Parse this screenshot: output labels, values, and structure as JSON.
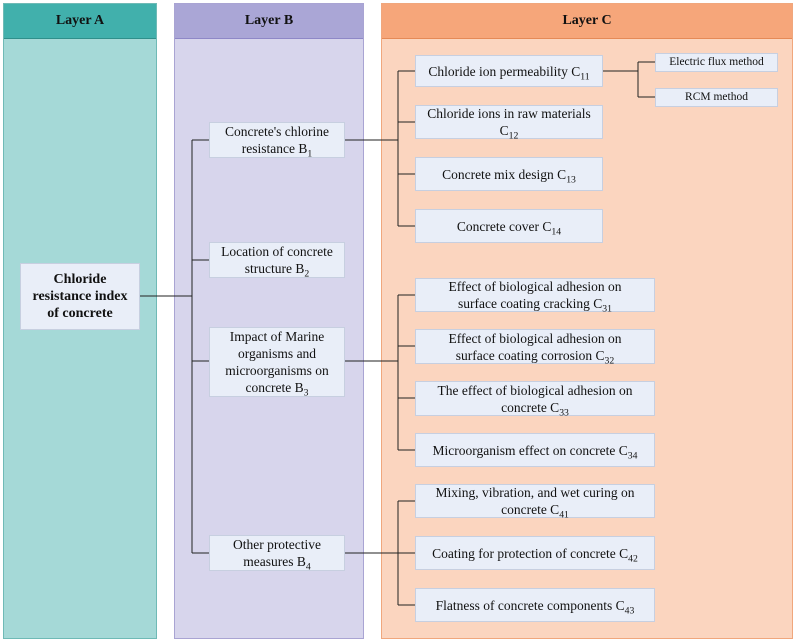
{
  "layers": {
    "a_title": "Layer A",
    "b_title": "Layer B",
    "c_title": "Layer C"
  },
  "layer_a": {
    "node": {
      "line1": "Chloride",
      "line2": "resistance index",
      "line3": "of concrete"
    }
  },
  "layer_b": [
    {
      "id": "B1",
      "line1": "Concrete's chlorine",
      "line2": "resistance B",
      "sub": "1"
    },
    {
      "id": "B2",
      "line1": "Location of concrete",
      "line2": "structure B",
      "sub": "2"
    },
    {
      "id": "B3",
      "line1": "Impact of Marine",
      "line2": "organisms  and",
      "line3": "microorganisms on",
      "line4": "concrete B",
      "sub": "3"
    },
    {
      "id": "B4",
      "line1": "Other protective",
      "line2": "measures B",
      "sub": "4"
    }
  ],
  "layer_c": [
    {
      "id": "C11",
      "line1": "Chloride ion permeability C",
      "sub": "11"
    },
    {
      "id": "C12",
      "line1": "Chloride ions in raw materials",
      "line2": "C",
      "sub": "12"
    },
    {
      "id": "C13",
      "line1": "Concrete mix design C",
      "sub": "13"
    },
    {
      "id": "C14",
      "line1": "Concrete cover C",
      "sub": "14"
    },
    {
      "id": "C31",
      "line1": "Effect of biological adhesion on",
      "line2": "surface coating cracking C",
      "sub": "31"
    },
    {
      "id": "C32",
      "line1": "Effect of biological adhesion on",
      "line2": "surface coating corrosion  C",
      "sub": "32"
    },
    {
      "id": "C33",
      "line1": "The effect of biological adhesion on",
      "line2": "concrete C",
      "sub": "33"
    },
    {
      "id": "C34",
      "line1": "Microorganism effect on concrete C",
      "sub": "34"
    },
    {
      "id": "C41",
      "line1": "Mixing, vibration, and wet curing on",
      "line2": "concrete C",
      "sub": "41"
    },
    {
      "id": "C42",
      "line1": "Coating for protection of concrete  C",
      "sub": "42"
    },
    {
      "id": "C43",
      "line1": "Flatness of concrete components C",
      "sub": "43"
    }
  ],
  "layer_d": [
    {
      "label": "Electric flux method"
    },
    {
      "label": "RCM method"
    }
  ]
}
